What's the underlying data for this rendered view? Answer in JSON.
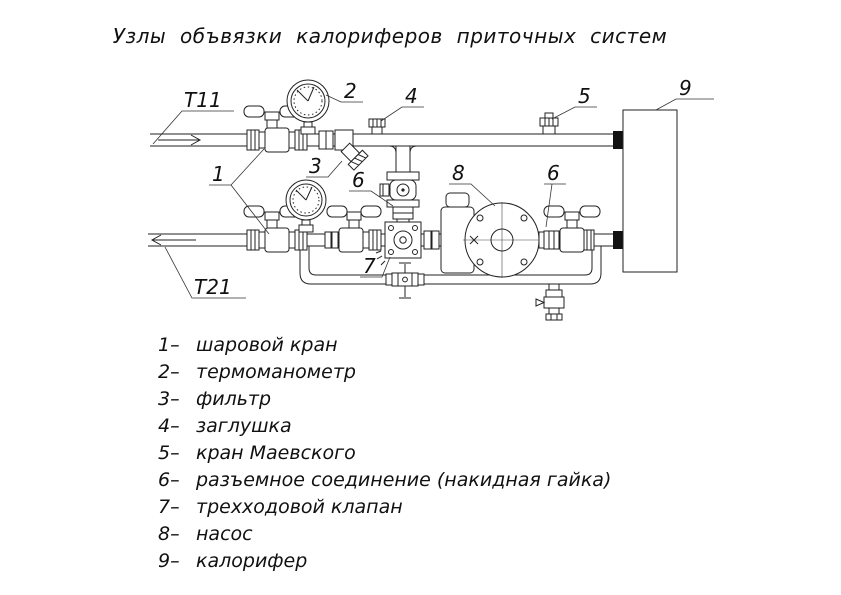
{
  "title": "Узлы объвязки калориферов приточных систем",
  "diagram": {
    "pipe_labels": {
      "supply": "Т11",
      "return": "Т21"
    },
    "callouts": {
      "c1": "1",
      "c2": "2",
      "c3": "3",
      "c4": "4",
      "c5": "5",
      "c6a": "6",
      "c6b": "6",
      "c7": "7",
      "c8": "8",
      "c9": "9"
    }
  },
  "legend": {
    "items": [
      {
        "num": "1–",
        "label": "шаровой кран"
      },
      {
        "num": "2–",
        "label": "термоманометр"
      },
      {
        "num": "3–",
        "label": "фильтр"
      },
      {
        "num": "4–",
        "label": "заглушка"
      },
      {
        "num": "5–",
        "label": "кран Маевского"
      },
      {
        "num": "6–",
        "label": "разъемное соединение (накидная гайка)"
      },
      {
        "num": "7–",
        "label": "трехходовой клапан"
      },
      {
        "num": "8–",
        "label": "насос"
      },
      {
        "num": "9–",
        "label": "калорифер"
      }
    ]
  }
}
